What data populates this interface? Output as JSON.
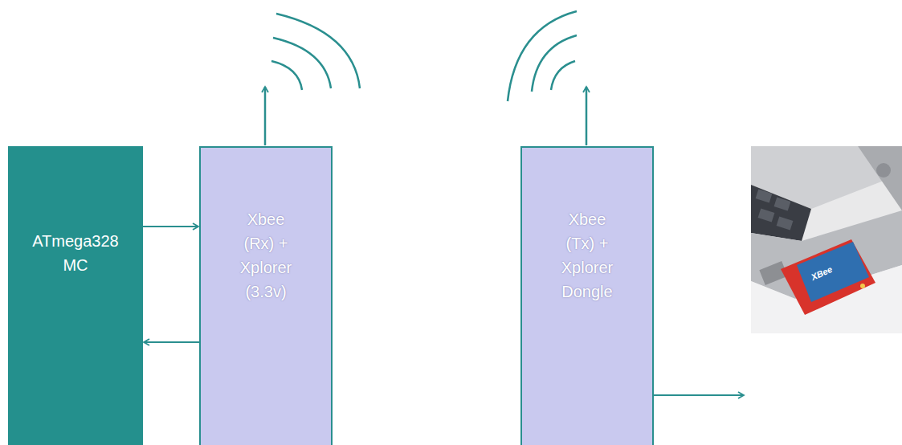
{
  "diagram": {
    "nodes": [
      {
        "text": [
          "ATmega328 MC"
        ]
      },
      {
        "text": [
          "Xbee (Rx) + Xplorer (3.3v)"
        ]
      },
      {
        "text": [
          "Xbee (Tx) + Xplorer Dongle"
        ]
      }
    ],
    "edges": [
      {
        "from": 0,
        "to": 1,
        "arrow": "to"
      },
      {
        "from": 1,
        "to": 0,
        "arrow": "to"
      }
    ],
    "labels": [
      "XBee"
    ]
  }
}
